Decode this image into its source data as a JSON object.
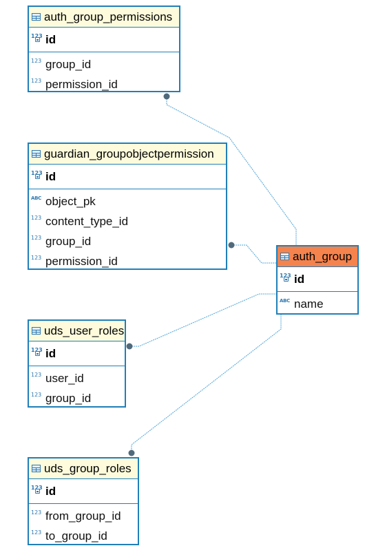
{
  "entities": {
    "auth_group_permissions": {
      "title": "auth_group_permissions",
      "pk": "id",
      "columns": [
        {
          "name": "group_id",
          "type": "123"
        },
        {
          "name": "permission_id",
          "type": "123"
        }
      ]
    },
    "guardian_groupobjectpermission": {
      "title": "guardian_groupobjectpermission",
      "pk": "id",
      "columns": [
        {
          "name": "object_pk",
          "type": "ABC"
        },
        {
          "name": "content_type_id",
          "type": "123"
        },
        {
          "name": "group_id",
          "type": "123"
        },
        {
          "name": "permission_id",
          "type": "123"
        }
      ]
    },
    "auth_group": {
      "title": "auth_group",
      "pk": "id",
      "columns": [
        {
          "name": "name",
          "type": "ABC"
        }
      ]
    },
    "uds_user_roles": {
      "title": "uds_user_roles",
      "pk": "id",
      "columns": [
        {
          "name": "user_id",
          "type": "123"
        },
        {
          "name": "group_id",
          "type": "123"
        }
      ]
    },
    "uds_group_roles": {
      "title": "uds_group_roles",
      "pk": "id",
      "columns": [
        {
          "name": "from_group_id",
          "type": "123"
        },
        {
          "name": "to_group_id",
          "type": "123"
        }
      ]
    }
  },
  "type_labels": {
    "numeric": "123",
    "text": "ABC"
  },
  "colors": {
    "border": "#1f7fb8",
    "header": "#fdfbdc",
    "selected_header": "#f5834d",
    "connector": "#4aa3d8",
    "endpoint": "#506a7c"
  }
}
